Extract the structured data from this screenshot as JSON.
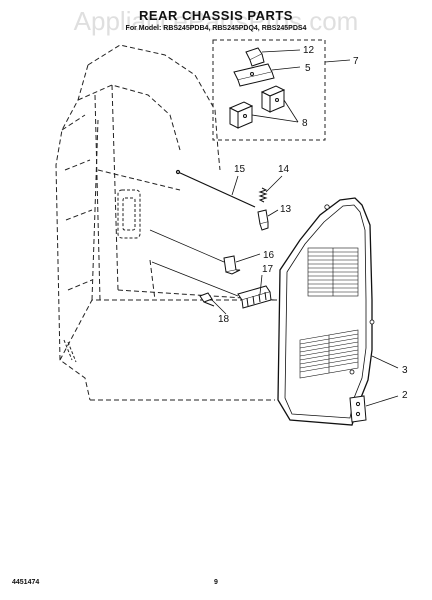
{
  "header": {
    "title": "REAR CHASSIS PARTS",
    "subtitle": "For Model: RBS245PDB4, RBS245PDQ4, RBS245PDS4",
    "watermark": "AppliancePartsPros.com"
  },
  "callouts": {
    "c1": "12",
    "c2": "5",
    "c3": "7",
    "c4": "8",
    "c5": "15",
    "c6": "14",
    "c7": "13",
    "c8": "16",
    "c9": "17",
    "c10": "18",
    "c11": "3",
    "c12": "2"
  },
  "footer": {
    "doc_number": "4451474",
    "page_number": "9"
  }
}
